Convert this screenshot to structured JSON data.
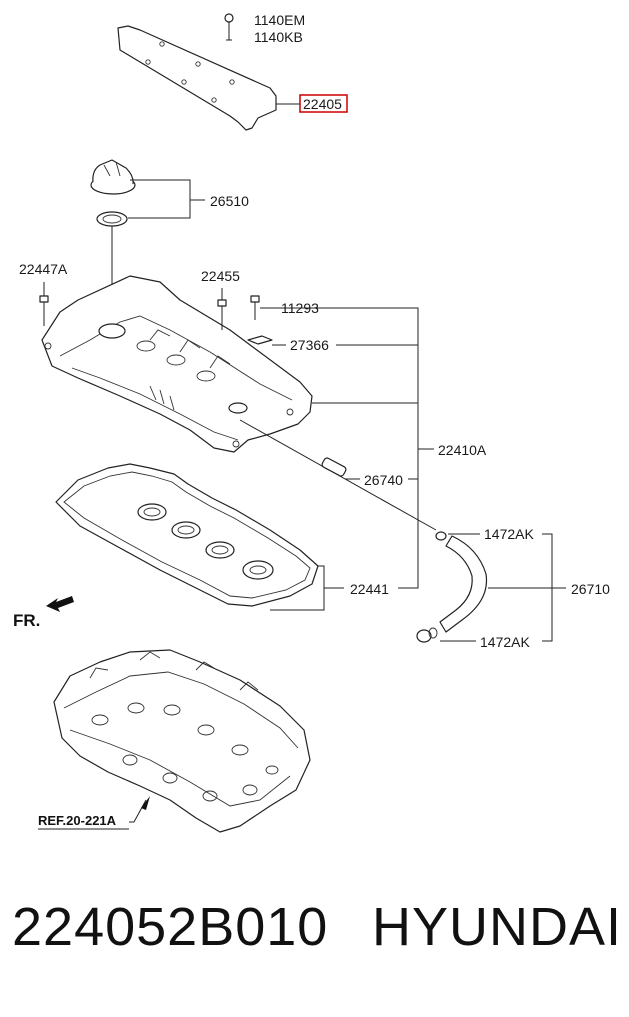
{
  "diagram": {
    "highlight_color": "#cc0000",
    "labels": {
      "p1140em": "1140EM",
      "p1140kb": "1140KB",
      "p22405": "22405",
      "p26510": "26510",
      "p22447a": "22447A",
      "p22455": "22455",
      "p11293": "11293",
      "p27366": "27366",
      "p22410a": "22410A",
      "p26740": "26740",
      "p1472ak_top": "1472AK",
      "p26710": "26710",
      "p1472ak_bottom": "1472AK",
      "p22441": "22441",
      "front": "FR.",
      "ref": "REF.20-221A"
    }
  },
  "caption": {
    "part_number": "224052B010",
    "brand": "HYUNDAI"
  }
}
